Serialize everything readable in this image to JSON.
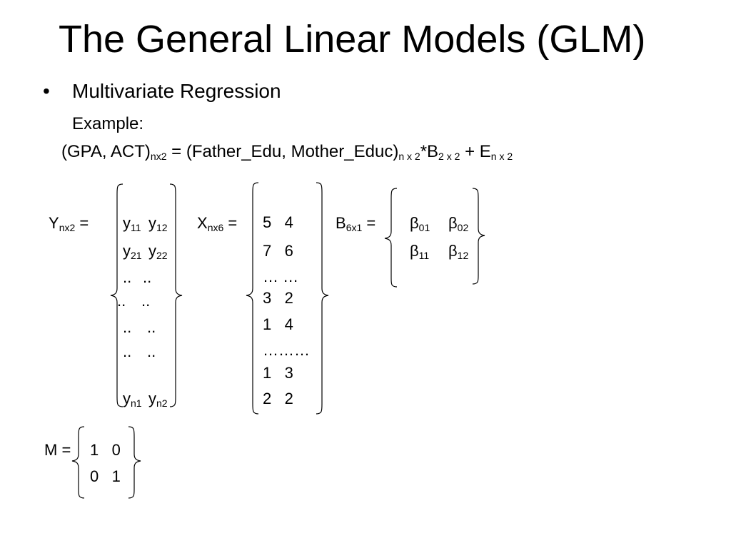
{
  "title": "The General Linear Models (GLM)",
  "bullet_symbol": "•",
  "bullet_text": "Multivariate Regression",
  "example_label": "Example:",
  "equation": {
    "lhs": "(GPA, ACT)",
    "lhs_sub": "nx2",
    "eq_mid": " = (Father_Edu, Mother_Educ)",
    "mid_sub": "n x 2",
    "times_b": "*B",
    "b_sub": "2 x 2",
    "plus_e": "  + E",
    "e_sub": "n x 2"
  },
  "y_matrix": {
    "name": "Y",
    "name_sub": "nx2",
    "eq": " =",
    "rows": [
      [
        {
          "b": "y",
          "s": "11"
        },
        {
          "b": "y",
          "s": "12"
        }
      ],
      [
        {
          "b": "y",
          "s": "21"
        },
        {
          "b": "y",
          "s": "22"
        }
      ],
      [
        {
          "b": "..",
          "s": ""
        },
        {
          "b": "..",
          "s": ""
        }
      ],
      [
        {
          "b": "..",
          "s": ""
        },
        {
          "b": "..",
          "s": ""
        }
      ],
      [
        {
          "b": "..",
          "s": ""
        },
        {
          "b": "..",
          "s": ""
        }
      ],
      [
        {
          "b": "..",
          "s": ""
        },
        {
          "b": "..",
          "s": ""
        }
      ],
      [
        {
          "b": "y",
          "s": "n1"
        },
        {
          "b": "y",
          "s": "n2"
        }
      ]
    ]
  },
  "x_matrix": {
    "name": "X",
    "name_sub": "nx6",
    "eq": " =",
    "rows": [
      "5   4",
      "7   6",
      "… …",
      "3   2",
      "1   4",
      "………",
      "1   3",
      "2   2"
    ]
  },
  "b_matrix": {
    "name": "B",
    "name_sub": "6x1",
    "eq": " =",
    "rows": [
      [
        {
          "b": "β",
          "s": "01"
        },
        {
          "b": "β",
          "s": "02"
        }
      ],
      [
        {
          "b": "β",
          "s": "11"
        },
        {
          "b": "β",
          "s": "12"
        }
      ]
    ]
  },
  "m_matrix": {
    "name": "M =",
    "rows": [
      "1   0",
      "0   1"
    ]
  }
}
